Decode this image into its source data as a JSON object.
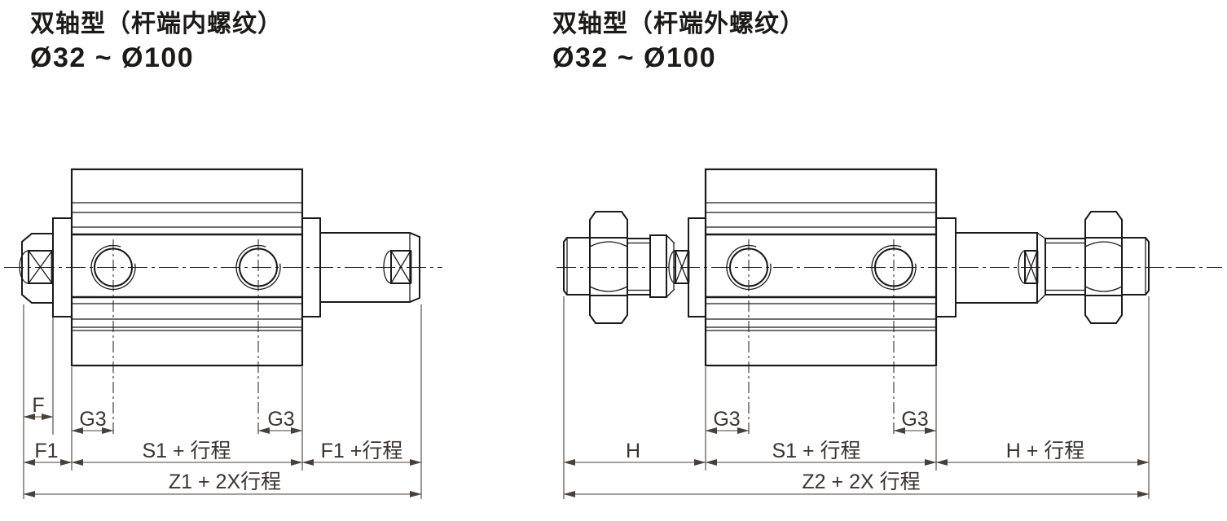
{
  "colors": {
    "ink": "#1c1a19",
    "dimension_ink": "#4a403a",
    "background": "#ffffff"
  },
  "left_diagram": {
    "title": "双轴型（杆端内螺纹）",
    "bore_range": "Ø32 ~ Ø100",
    "dimension_labels": {
      "f": "F",
      "g3_left": "G3",
      "g3_right": "G3",
      "f1": "F1",
      "s1_plus_stroke": "S1 + 行程",
      "f1_plus_stroke": "F1 +行程",
      "z1_total": "Z1 + 2X行程"
    }
  },
  "right_diagram": {
    "title": "双轴型（杆端外螺纹）",
    "bore_range": "Ø32 ~ Ø100",
    "dimension_labels": {
      "h": "H",
      "g3_left": "G3",
      "g3_right": "G3",
      "s1_plus_stroke": "S1 + 行程",
      "h_plus_stroke": "H + 行程",
      "z2_total": "Z2 + 2X 行程"
    }
  }
}
